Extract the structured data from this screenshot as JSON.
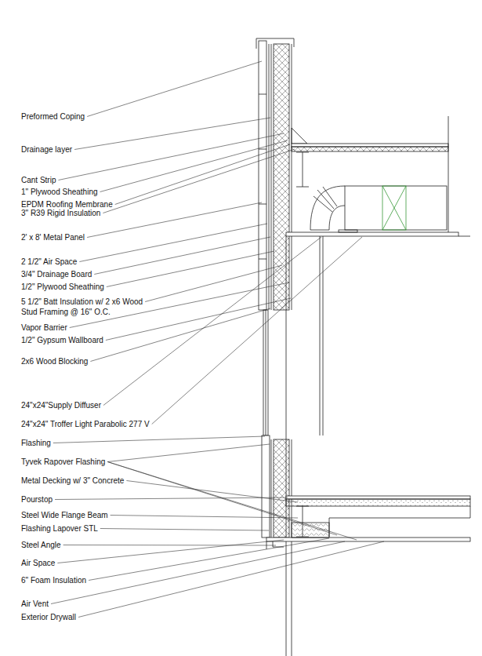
{
  "diagram": {
    "labels": [
      "Preformed Coping",
      "Drainage layer",
      "Cant Strip",
      "1\" Plywood Sheathing",
      "EPDM Roofing Membrane",
      "3\" R39 Rigid Insulation",
      "2' x 8' Metal Panel",
      "2 1/2\" Air Space",
      "3/4\" Drainage Board",
      "1/2\" Plywood Sheathing",
      "5 1/2\" Batt Insulation w/ 2 x6 Wood Stud Framing @ 16\" O.C.",
      "Vapor Barrier",
      "1/2\" Gypsum Wallboard",
      "2x6 Wood Blocking",
      "24\"x24\"Supply Diffuser",
      "24\"x24\" Troffer Light Parabolic 277 V",
      "Flashing",
      "Tyvek Rapover Flashing",
      "Metal Decking w/ 3\" Concrete",
      "Pourstop",
      "Steel Wide Flange Beam",
      "Flashing Lapover STL",
      "Steel Angle",
      "Air Space",
      "6\" Foam Insulation",
      "Air Vent",
      "Exterior Drywall"
    ]
  }
}
